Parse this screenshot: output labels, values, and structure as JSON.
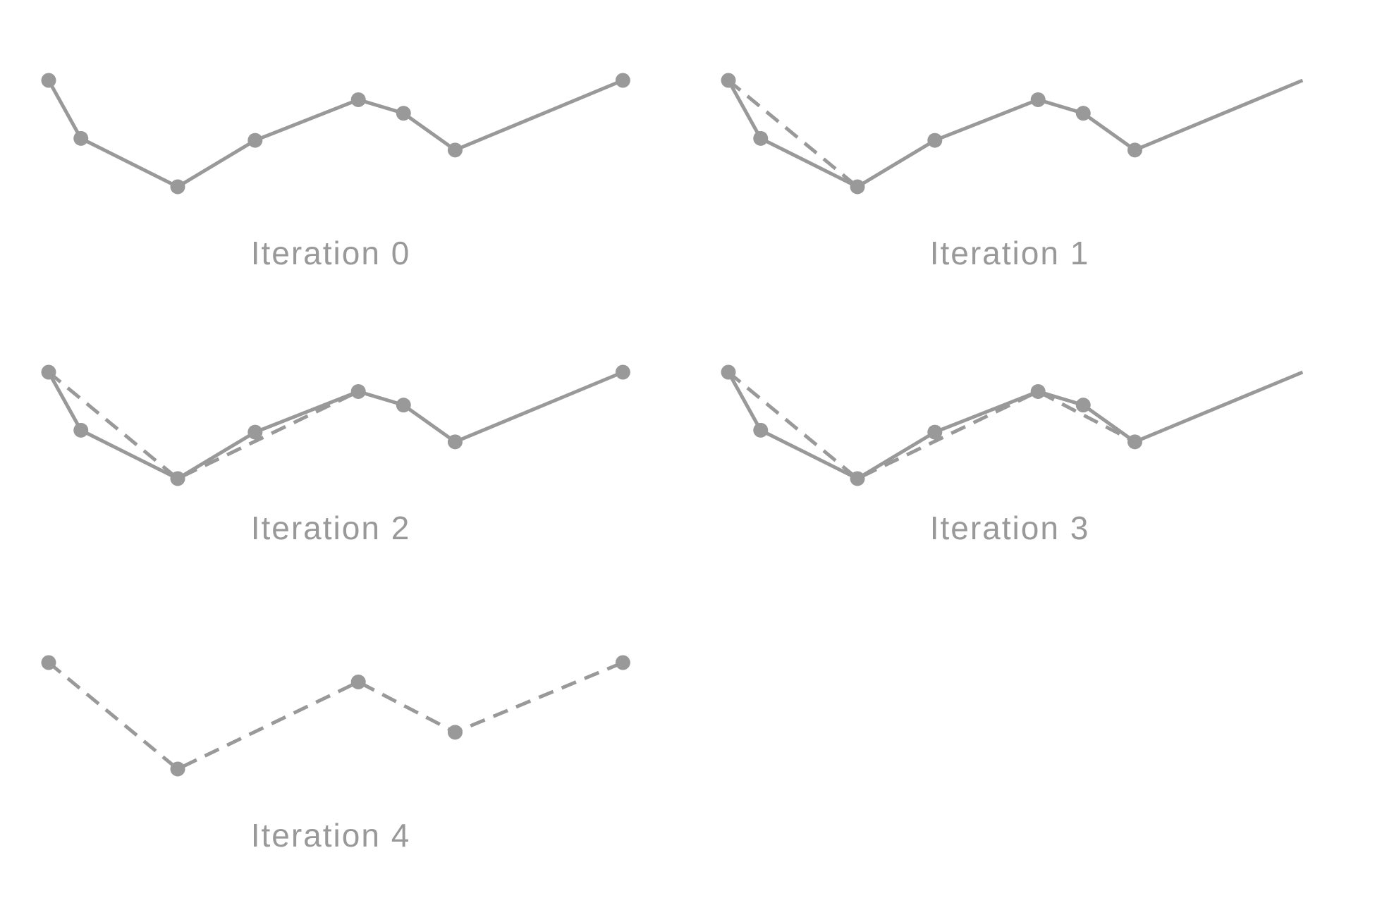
{
  "style": {
    "ink_color": "#999999",
    "background": "#ffffff"
  },
  "panels": [
    {
      "label": "Iteration 0",
      "solid_path": [
        [
          0,
          0
        ],
        [
          0.5,
          -0.9
        ],
        [
          2.0,
          -1.65
        ],
        [
          3.2,
          -0.93
        ],
        [
          4.8,
          -0.3
        ],
        [
          5.5,
          -0.51
        ],
        [
          6.3,
          -1.08
        ],
        [
          8.9,
          0
        ]
      ],
      "solid_points": [
        0,
        1,
        2,
        3,
        4,
        5,
        6,
        7
      ],
      "dashed_path": [],
      "dashed_points": []
    },
    {
      "label": "Iteration 1",
      "solid_path": [
        [
          0,
          0
        ],
        [
          0.5,
          -0.9
        ],
        [
          2.0,
          -1.65
        ],
        [
          3.2,
          -0.93
        ],
        [
          4.8,
          -0.3
        ],
        [
          5.5,
          -0.51
        ],
        [
          6.3,
          -1.08
        ],
        [
          8.9,
          0
        ]
      ],
      "solid_points": [
        0,
        1,
        2,
        3,
        4,
        5,
        6
      ],
      "dashed_path": [
        [
          0,
          0
        ],
        [
          2.0,
          -1.65
        ]
      ],
      "dashed_points": []
    },
    {
      "label": "Iteration 2",
      "solid_path": [
        [
          0,
          0
        ],
        [
          0.5,
          -0.9
        ],
        [
          2.0,
          -1.65
        ],
        [
          3.2,
          -0.93
        ],
        [
          4.8,
          -0.3
        ],
        [
          5.5,
          -0.51
        ],
        [
          6.3,
          -1.08
        ],
        [
          8.9,
          0
        ]
      ],
      "solid_points": [
        0,
        1,
        2,
        3,
        4,
        5,
        6,
        7
      ],
      "dashed_path": [
        [
          0,
          0
        ],
        [
          2.0,
          -1.65
        ],
        [
          4.8,
          -0.3
        ]
      ],
      "dashed_points": []
    },
    {
      "label": "Iteration 3",
      "solid_path": [
        [
          0,
          0
        ],
        [
          0.5,
          -0.9
        ],
        [
          2.0,
          -1.65
        ],
        [
          3.2,
          -0.93
        ],
        [
          4.8,
          -0.3
        ],
        [
          5.5,
          -0.51
        ],
        [
          6.3,
          -1.08
        ],
        [
          8.9,
          0
        ]
      ],
      "solid_points": [
        0,
        1,
        2,
        3,
        4,
        5,
        6
      ],
      "dashed_path": [
        [
          0,
          0
        ],
        [
          2.0,
          -1.65
        ],
        [
          4.8,
          -0.3
        ],
        [
          6.3,
          -1.08
        ]
      ],
      "dashed_points": []
    },
    {
      "label": "Iteration 4",
      "solid_path": [],
      "solid_points": [],
      "dashed_path": [
        [
          0,
          0
        ],
        [
          2.0,
          -1.65
        ],
        [
          4.8,
          -0.3
        ],
        [
          6.3,
          -1.08
        ],
        [
          8.9,
          0
        ]
      ],
      "dashed_points": [
        0,
        1,
        2,
        3,
        4
      ]
    }
  ]
}
